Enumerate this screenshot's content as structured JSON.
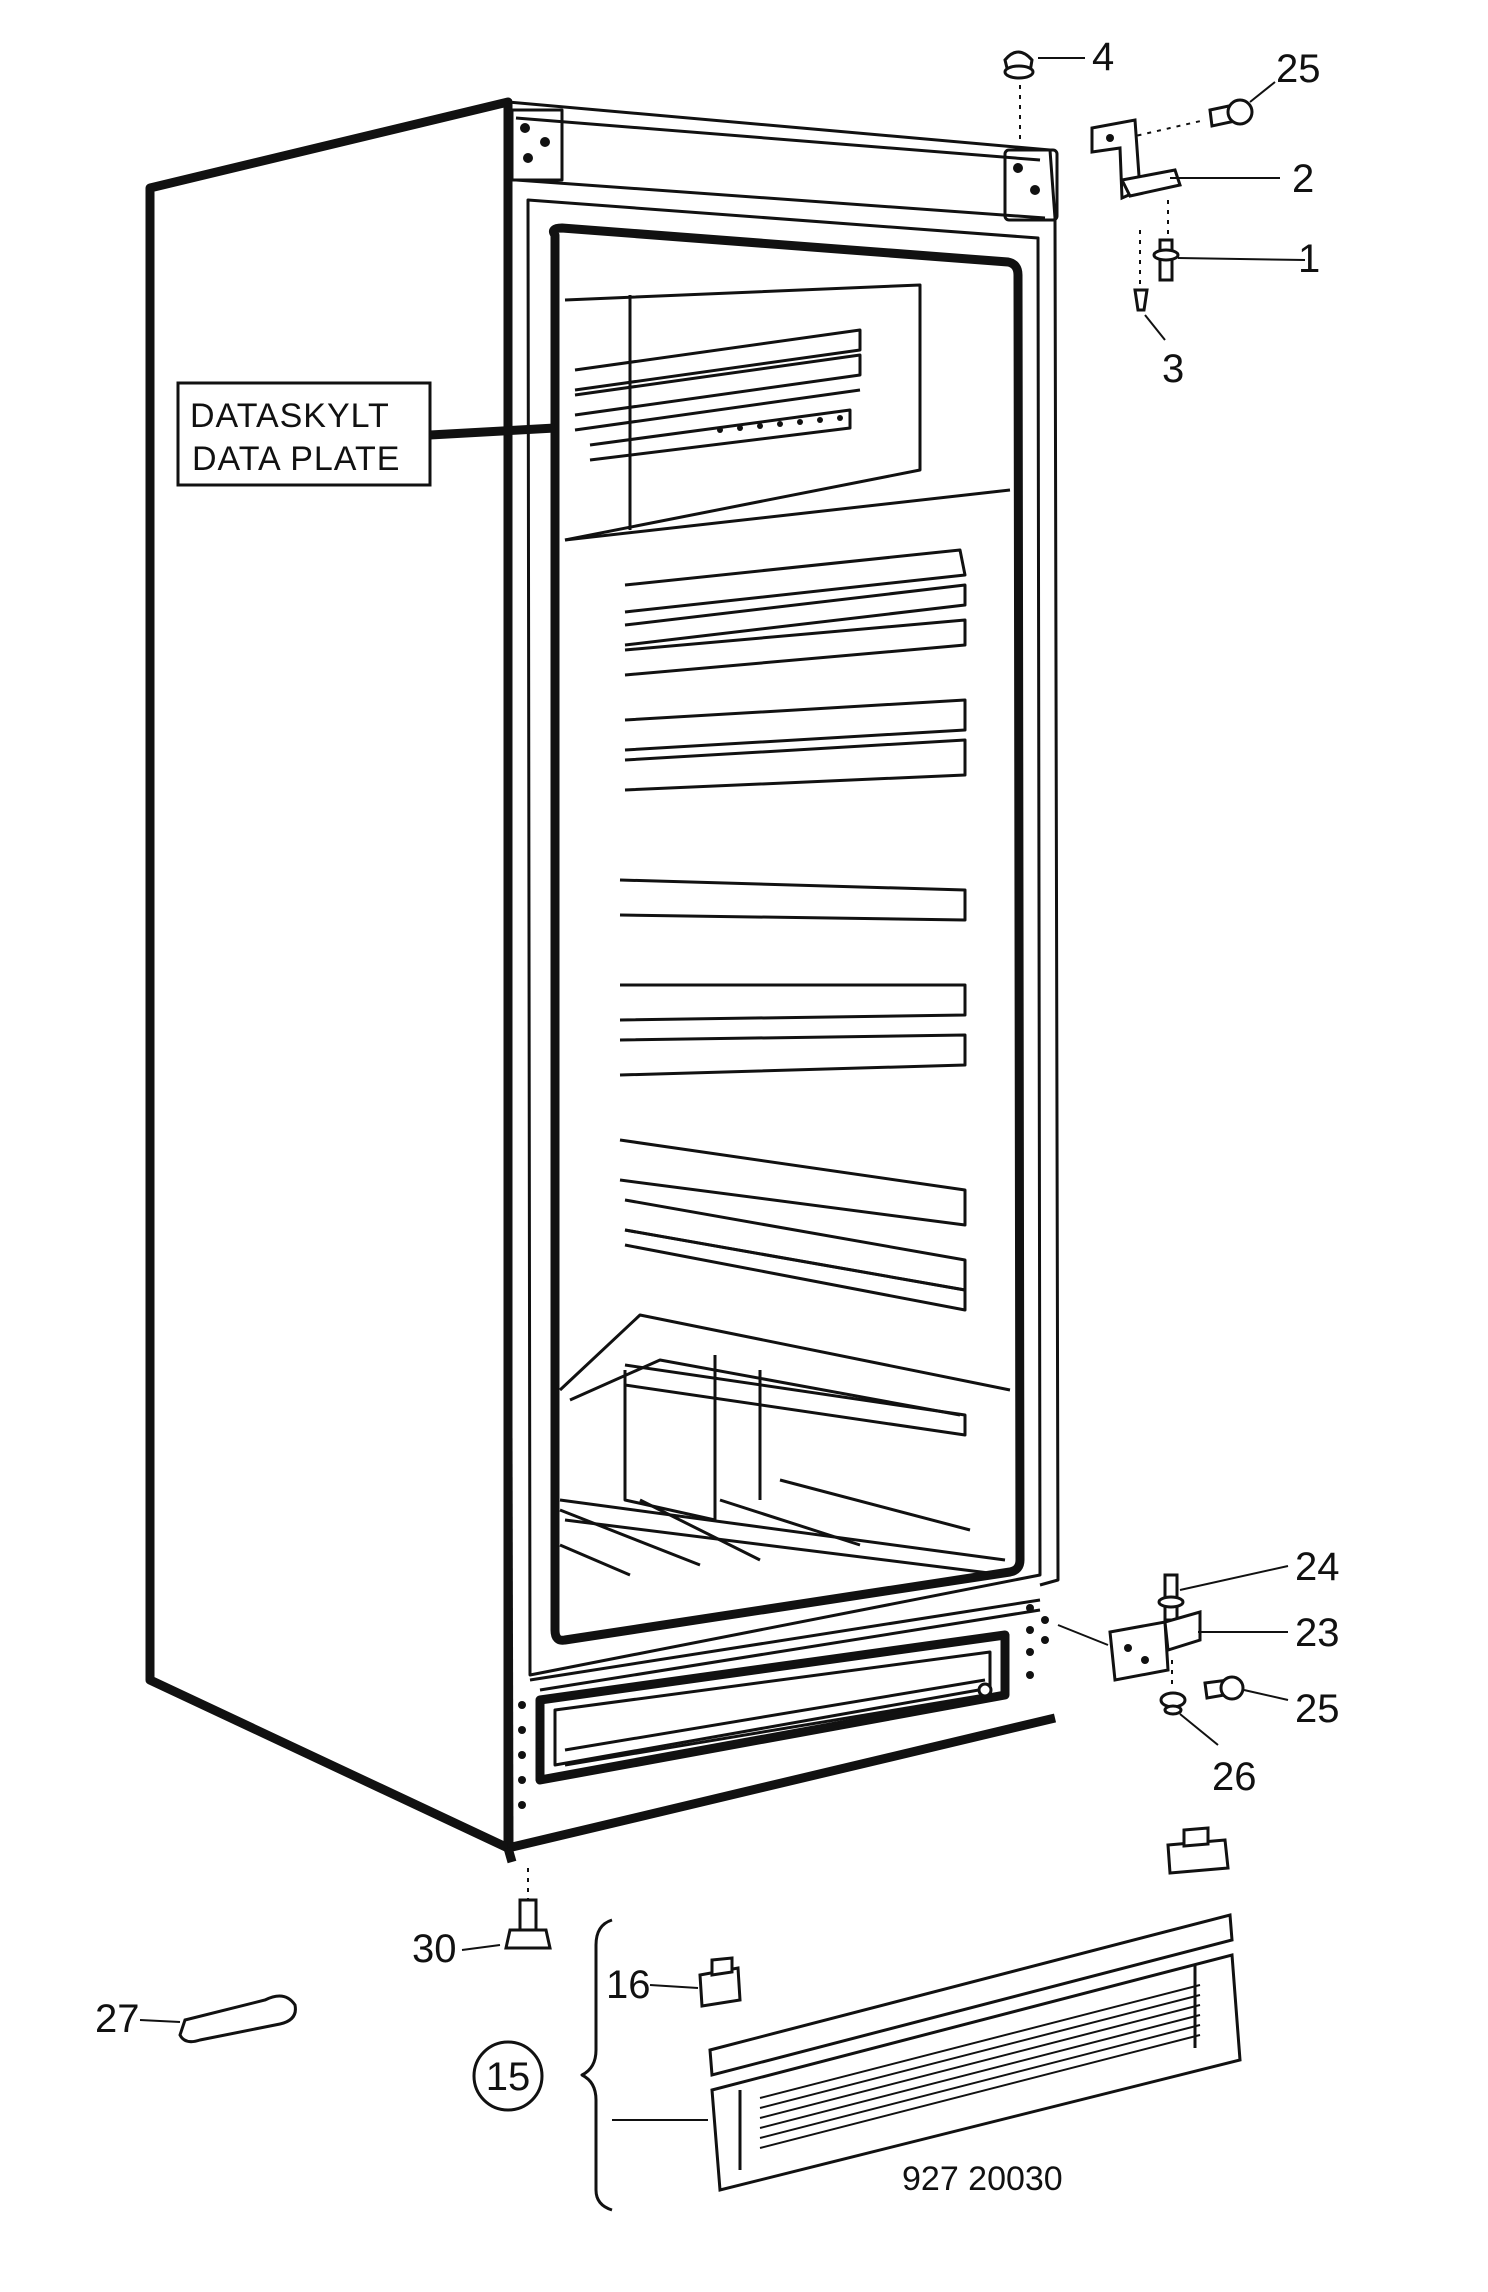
{
  "data_plate": {
    "line1": "DATASKYLT",
    "line2": "DATA PLATE"
  },
  "document_number": "927 20030",
  "callouts": {
    "c1": "1",
    "c2": "2",
    "c3": "3",
    "c4": "4",
    "c25_top": "25",
    "c24": "24",
    "c23": "23",
    "c25_bottom": "25",
    "c26": "26",
    "c30": "30",
    "c27": "27",
    "c16": "16",
    "c15": "15"
  }
}
